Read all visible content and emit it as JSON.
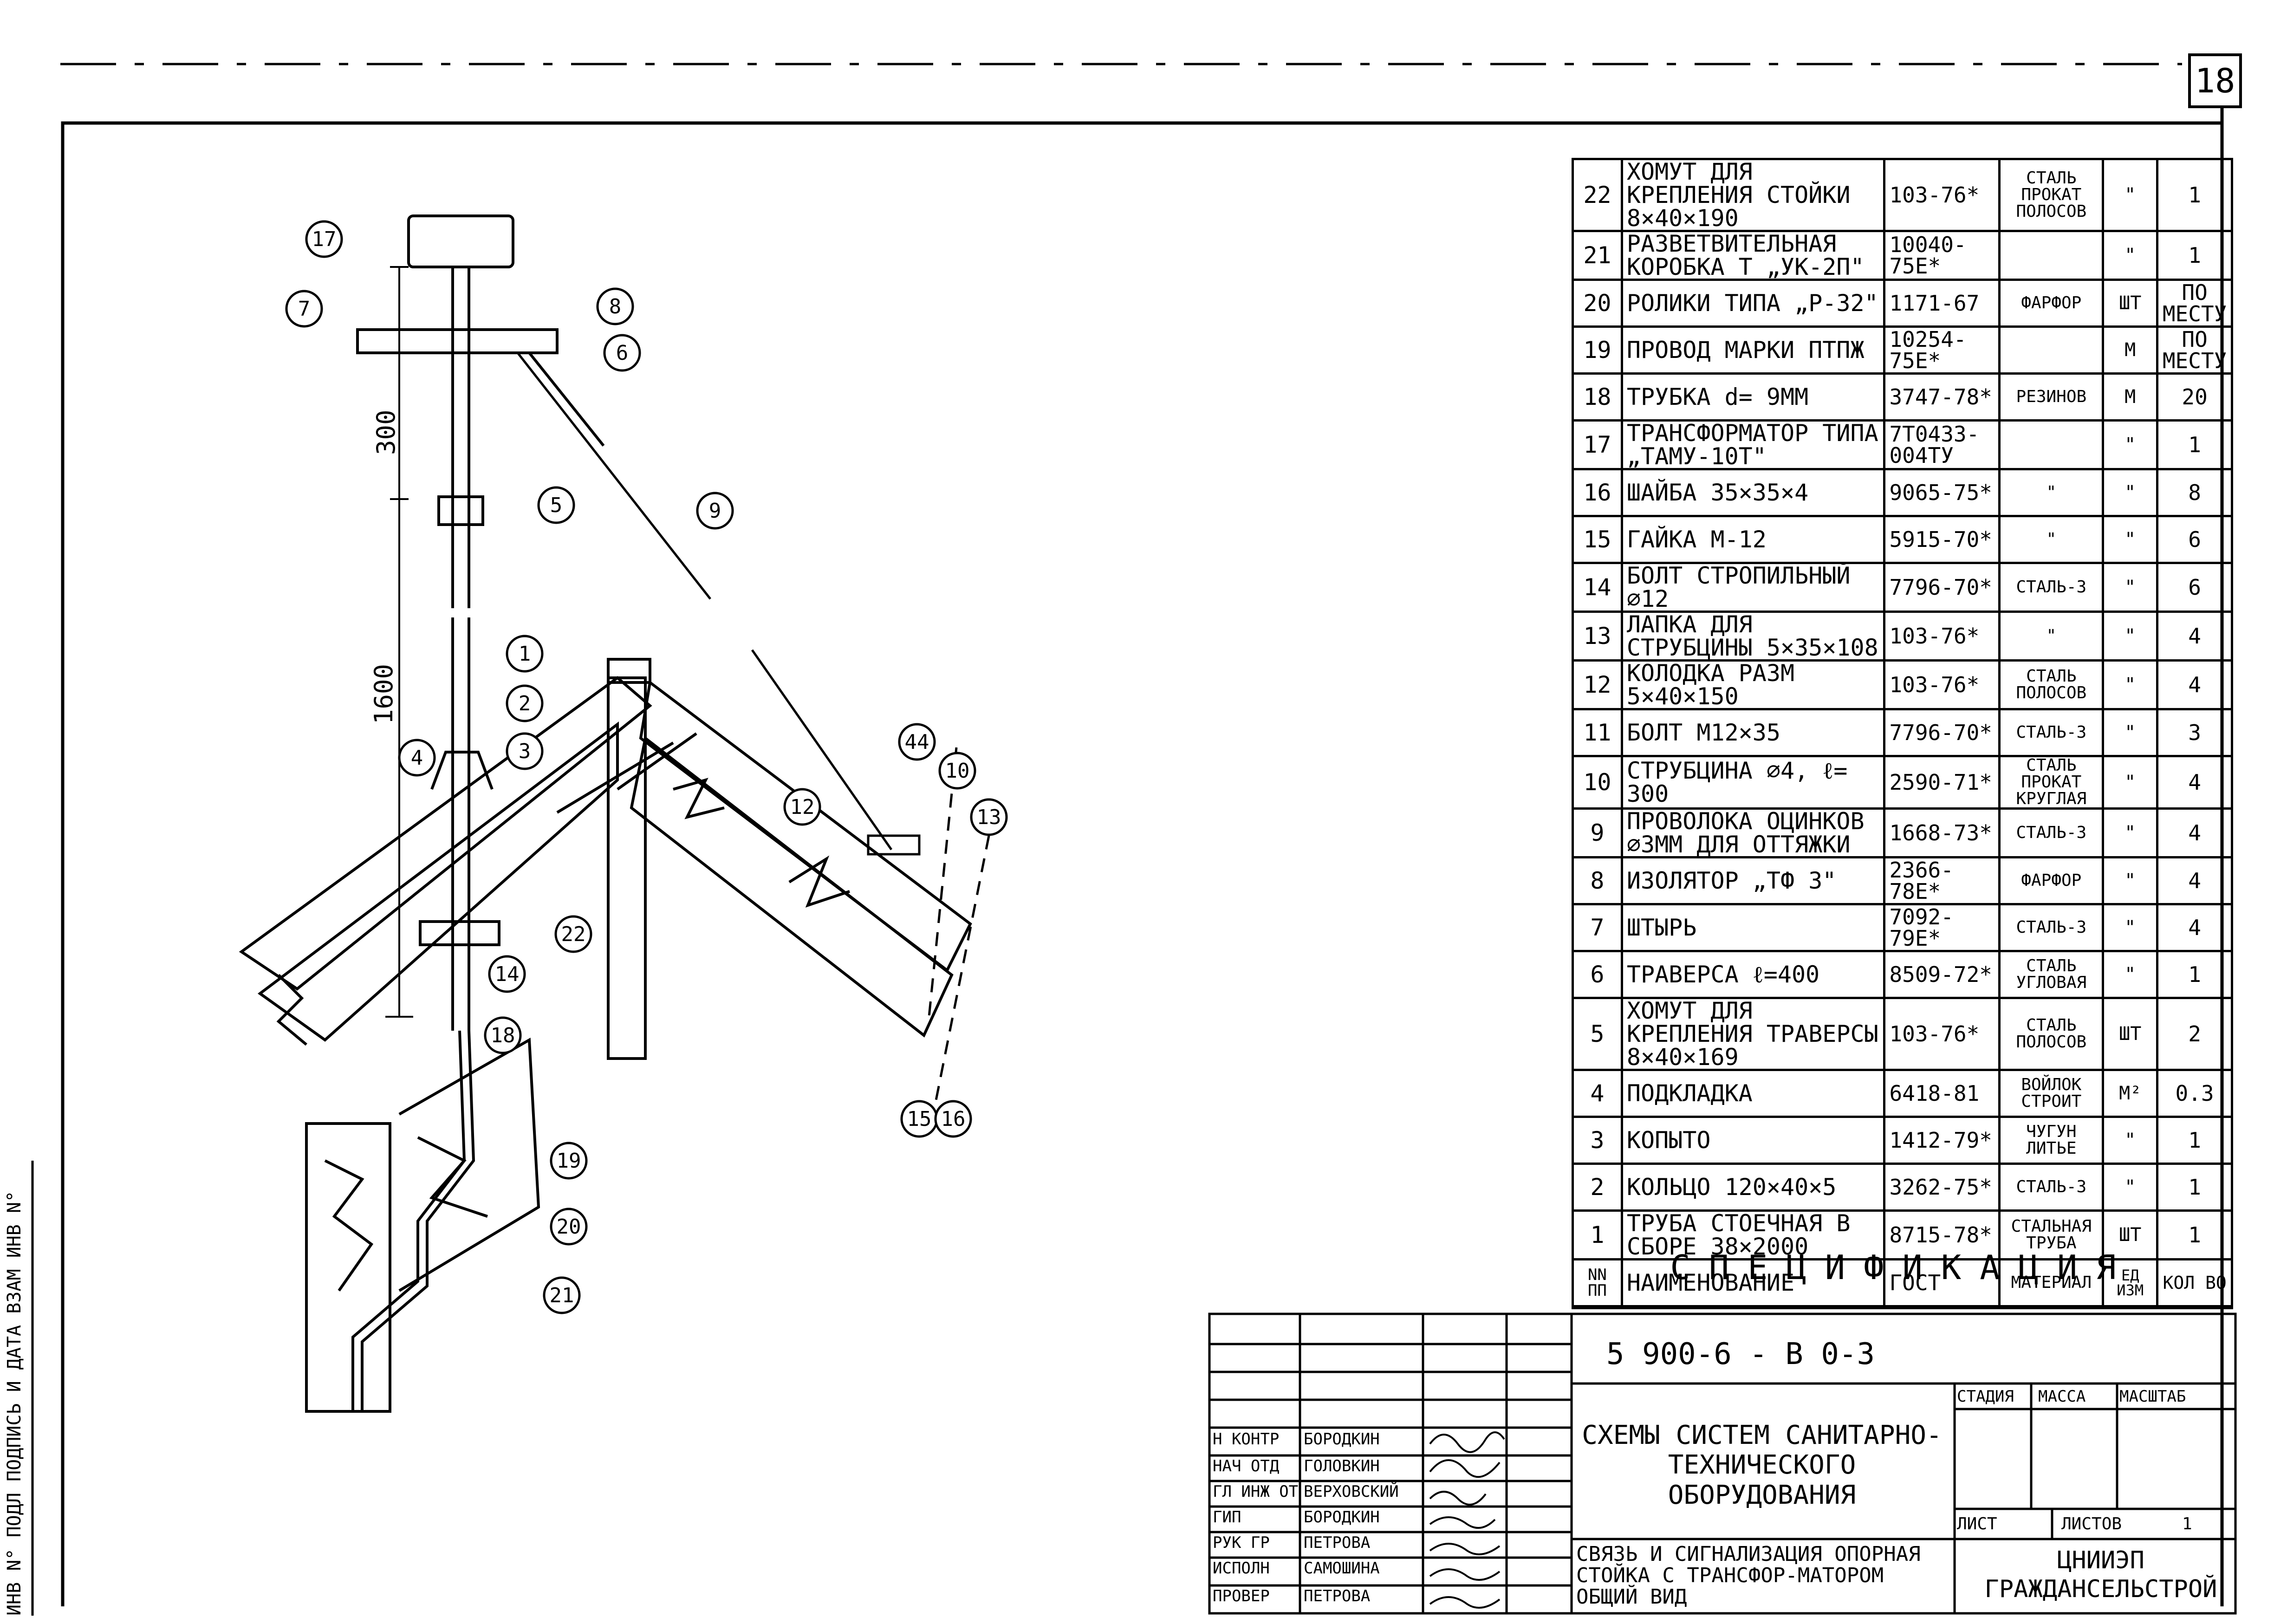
{
  "sheet_number": "18",
  "drawing": {
    "callouts": [
      "17",
      "7",
      "8",
      "6",
      "5",
      "9",
      "1",
      "2",
      "3",
      "4",
      "44",
      "10",
      "13",
      "12",
      "22",
      "14",
      "18",
      "19",
      "20",
      "21",
      "15",
      "16"
    ],
    "dimensions": {
      "d300": "300",
      "d1600": "1600"
    }
  },
  "specification": {
    "caption": "СПЕЦИФИКАЦИЯ",
    "header": {
      "n": "NN ПП",
      "name": "НАИМЕНОВАНИЕ",
      "gost": "ГОСТ",
      "material": "МАТЕРИАЛ",
      "unit": "ЕД ИЗМ",
      "qty": "КОЛ ВО"
    },
    "rows": [
      {
        "n": "22",
        "name": "ХОМУТ ДЛЯ КРЕПЛЕНИЯ СТОЙКИ 8×40×190",
        "gost": "103-76*",
        "material": "СТАЛЬ ПРОКАТ ПОЛОСОВ",
        "unit": "\"",
        "qty": "1"
      },
      {
        "n": "21",
        "name": "РАЗВЕТВИТЕЛЬНАЯ КОРОБКА Т „УК-2П\"",
        "gost": "10040-75E*",
        "material": "",
        "unit": "\"",
        "qty": "1"
      },
      {
        "n": "20",
        "name": "РОЛИКИ ТИПА „Р-32\"",
        "gost": "1171-67",
        "material": "ФАРФОР",
        "unit": "ШТ",
        "qty": "ПО МЕСТУ"
      },
      {
        "n": "19",
        "name": "ПРОВОД МАРКИ ПТПЖ",
        "gost": "10254-75E*",
        "material": "",
        "unit": "М",
        "qty": "ПО МЕСТУ"
      },
      {
        "n": "18",
        "name": "ТРУБКА d= 9ММ",
        "gost": "3747-78*",
        "material": "РЕЗИНОВ",
        "unit": "М",
        "qty": "20"
      },
      {
        "n": "17",
        "name": "ТРАНСФОРМАТОР ТИПА „ТАМУ-10Т\"",
        "gost": "7Т0433-004ТУ",
        "material": "",
        "unit": "\"",
        "qty": "1"
      },
      {
        "n": "16",
        "name": "ШАЙБА 35×35×4",
        "gost": "9065-75*",
        "material": "\"",
        "unit": "\"",
        "qty": "8"
      },
      {
        "n": "15",
        "name": "ГАЙКА М-12",
        "gost": "5915-70*",
        "material": "\"",
        "unit": "\"",
        "qty": "6"
      },
      {
        "n": "14",
        "name": "БОЛТ СТРОПИЛЬНЫЙ ⌀12",
        "gost": "7796-70*",
        "material": "СТАЛЬ-3",
        "unit": "\"",
        "qty": "6"
      },
      {
        "n": "13",
        "name": "ЛАПКА ДЛЯ СТРУБЦИНЫ 5×35×108",
        "gost": "103-76*",
        "material": "\"",
        "unit": "\"",
        "qty": "4"
      },
      {
        "n": "12",
        "name": "КОЛОДКА РАЗМ 5×40×150",
        "gost": "103-76*",
        "material": "СТАЛЬ ПОЛОСОВ",
        "unit": "\"",
        "qty": "4"
      },
      {
        "n": "11",
        "name": "БОЛТ М12×35",
        "gost": "7796-70*",
        "material": "СТАЛЬ-3",
        "unit": "\"",
        "qty": "3"
      },
      {
        "n": "10",
        "name": "СТРУБЦИНА ⌀4, ℓ= 300",
        "gost": "2590-71*",
        "material": "СТАЛЬ ПРОКАТ КРУГЛАЯ",
        "unit": "\"",
        "qty": "4"
      },
      {
        "n": "9",
        "name": "ПРОВОЛОКА ОЦИНКОВ ⌀3ММ ДЛЯ ОТТЯЖКИ",
        "gost": "1668-73*",
        "material": "СТАЛЬ-3",
        "unit": "\"",
        "qty": "4"
      },
      {
        "n": "8",
        "name": "ИЗОЛЯТОР „ТФ 3\"",
        "gost": "2366-78E*",
        "material": "ФАРФОР",
        "unit": "\"",
        "qty": "4"
      },
      {
        "n": "7",
        "name": "ШТЫРЬ",
        "gost": "7092-79E*",
        "material": "СТАЛЬ-3",
        "unit": "\"",
        "qty": "4"
      },
      {
        "n": "6",
        "name": "ТРАВЕРСА ℓ=400",
        "gost": "8509-72*",
        "material": "СТАЛЬ УГЛОВАЯ",
        "unit": "\"",
        "qty": "1"
      },
      {
        "n": "5",
        "name": "ХОМУТ ДЛЯ КРЕПЛЕНИЯ ТРАВЕРСЫ 8×40×169",
        "gost": "103-76*",
        "material": "СТАЛЬ ПОЛОСОВ",
        "unit": "ШТ",
        "qty": "2"
      },
      {
        "n": "4",
        "name": "ПОДКЛАДКА",
        "gost": "6418-81",
        "material": "ВОЙЛОК СТРОИТ",
        "unit": "М²",
        "qty": "0.3"
      },
      {
        "n": "3",
        "name": "КОПЫТО",
        "gost": "1412-79*",
        "material": "ЧУГУН ЛИТЬЕ",
        "unit": "\"",
        "qty": "1"
      },
      {
        "n": "2",
        "name": "КОЛЬЦО 120×40×5",
        "gost": "3262-75*",
        "material": "СТАЛЬ-3",
        "unit": "\"",
        "qty": "1"
      },
      {
        "n": "1",
        "name": "ТРУБА СТОЕЧНАЯ В СБОРЕ 38×2000",
        "gost": "8715-78*",
        "material": "СТАЛЬНАЯ ТРУБА",
        "unit": "ШТ",
        "qty": "1"
      }
    ]
  },
  "title_block": {
    "code": "5 900-6 - В 0-3",
    "project": "СХЕМЫ СИСТЕМ САНИТАРНО-ТЕХНИЧЕСКОГО ОБОРУДОВАНИЯ",
    "sheet_title": "СВЯЗЬ И СИГНАЛИЗАЦИЯ ОПОРНАЯ СТОЙКА С ТРАНСФОР-МАТОРОМ ОБЩИЙ ВИД",
    "org": "ЦНИИЭП ГРАЖДАНСЕЛЬСТРОЙ",
    "stage_label": "СТАДИЯ",
    "mass_label": "МАССА",
    "scale_label": "МАСШТАБ",
    "sheet_label": "ЛИСТ",
    "sheets_label": "ЛИСТОВ",
    "sheets_value": "1",
    "signatures": [
      {
        "role": "Н КОНТР",
        "name": "БОРОДКИН"
      },
      {
        "role": "НАЧ ОТД",
        "name": "ГОЛОВКИН"
      },
      {
        "role": "ГЛ ИНЖ ОТ",
        "name": "ВЕРХОВСКИЙ"
      },
      {
        "role": "ГИП",
        "name": "БОРОДКИН"
      },
      {
        "role": "РУК ГР",
        "name": "ПЕТРОВА"
      },
      {
        "role": "ИСПОЛН",
        "name": "САМОШИНА"
      },
      {
        "role": "ПРОВЕР",
        "name": "ПЕТРОВА"
      }
    ]
  },
  "side_stamp": "ИНВ N° ПОДЛ   ПОДПИСЬ И ДАТА   ВЗАМ ИНВ N°"
}
